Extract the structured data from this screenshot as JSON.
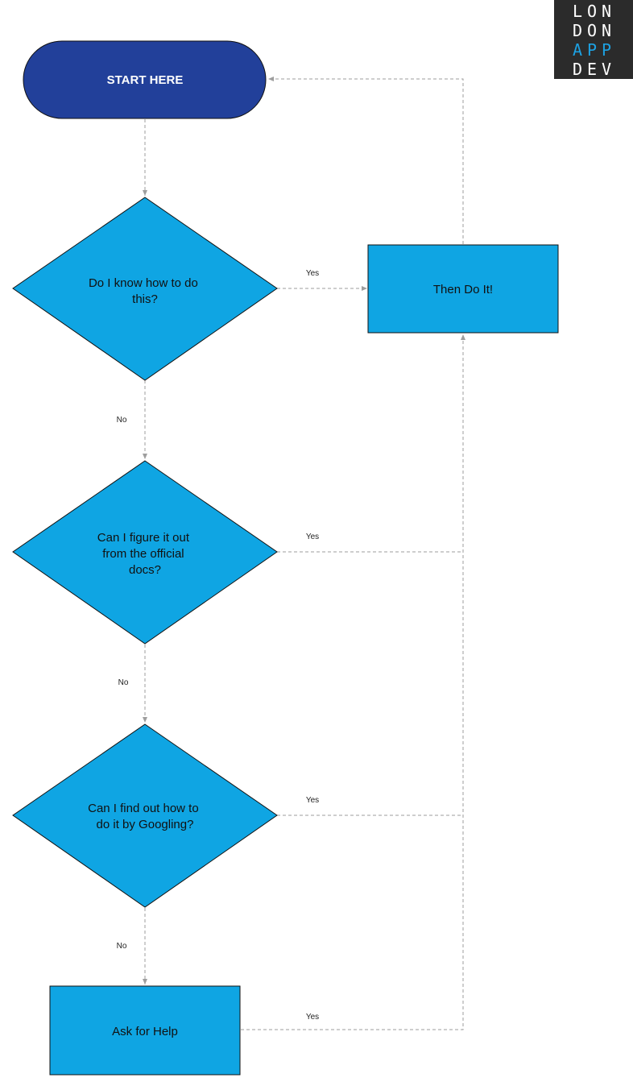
{
  "logo": {
    "lines": [
      "LON",
      "DON",
      "APP",
      "DEV"
    ],
    "background": "#2b2b2b",
    "text_color": "#ffffff",
    "accent_color": "#1da1e2"
  },
  "colors": {
    "start_fill": "#22409a",
    "node_fill": "#0fa5e3",
    "node_stroke": "#111111",
    "connector": "#9e9e9e"
  },
  "nodes": {
    "start": "START HERE",
    "decision_1": [
      "Do I know how to do",
      "this?"
    ],
    "decision_2": [
      "Can I figure it out",
      "from the official",
      "docs?"
    ],
    "decision_3": [
      "Can I find out how to",
      "do it by Googling?"
    ],
    "do_it": "Then Do It!",
    "ask_help": "Ask for Help"
  },
  "edge_labels": {
    "yes_1": "Yes",
    "yes_2": "Yes",
    "yes_3": "Yes",
    "yes_4": "Yes",
    "no_1": "No",
    "no_2": "No",
    "no_3": "No"
  }
}
